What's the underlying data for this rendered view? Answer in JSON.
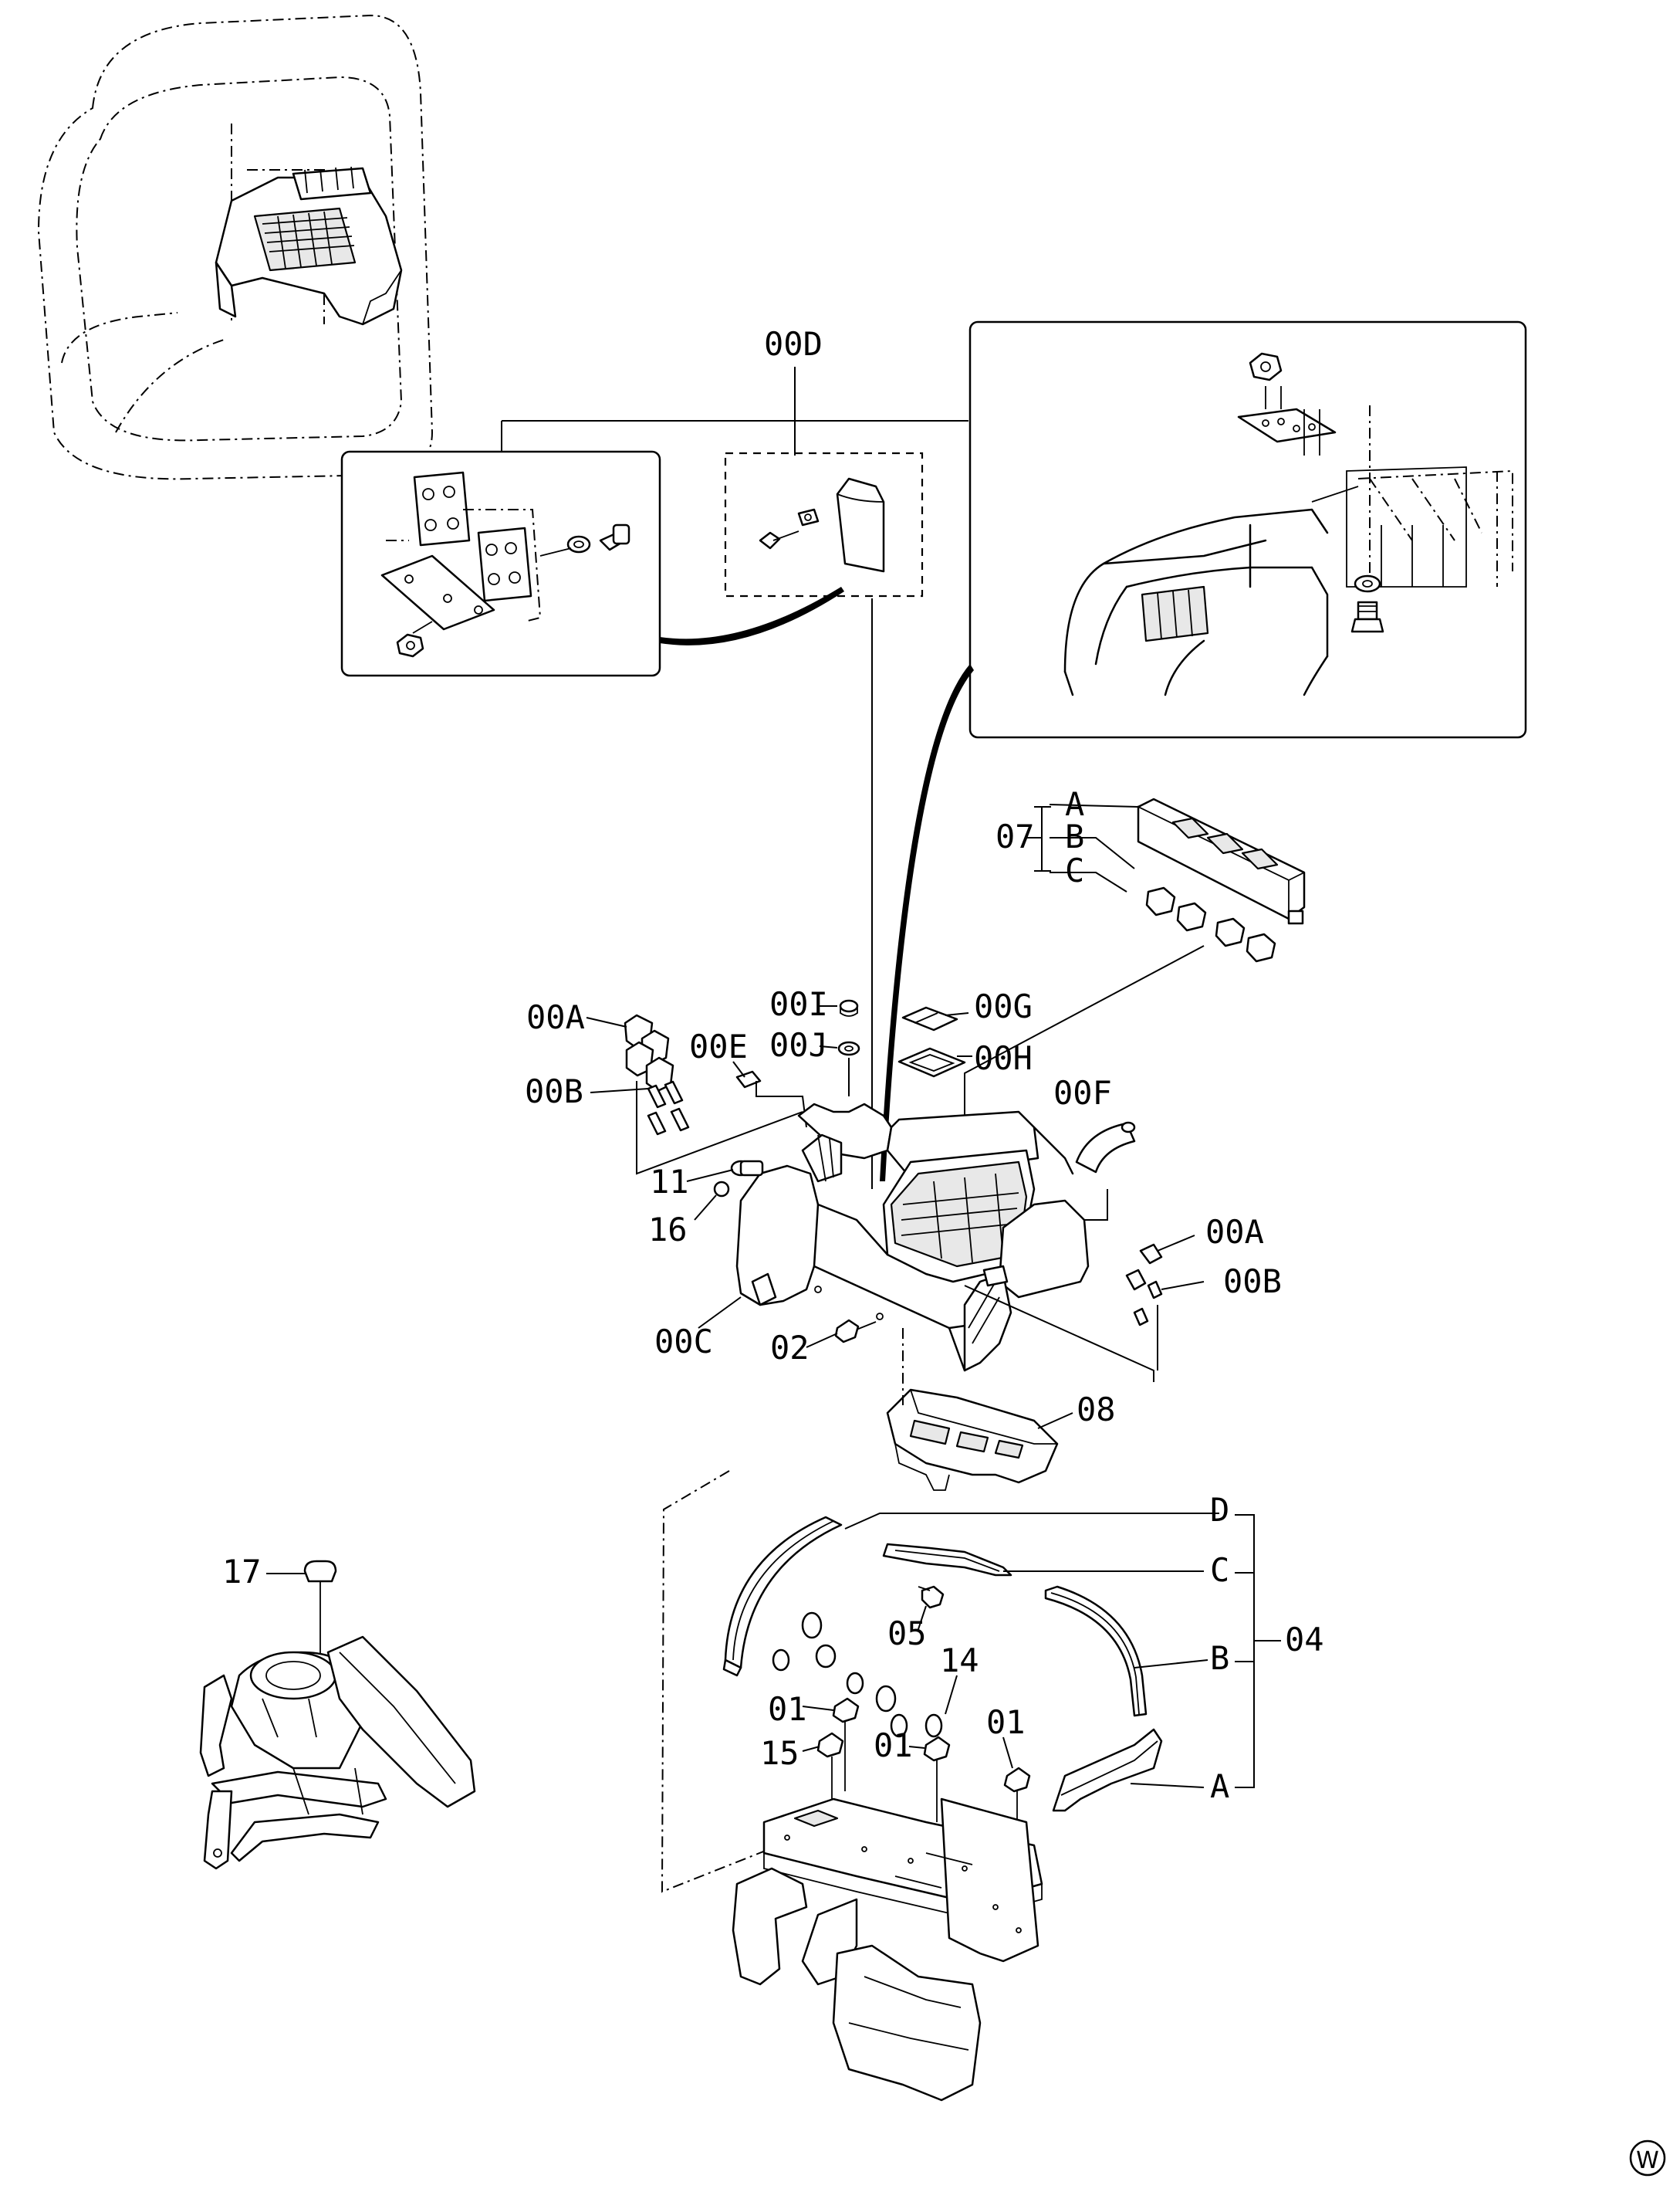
{
  "labels": {
    "d00": "00D",
    "a00_left": "00A",
    "b00_left": "00B",
    "e00": "00E",
    "i00": "00I",
    "j00": "00J",
    "g00": "00G",
    "h00": "00H",
    "f00": "00F",
    "a00_right": "00A",
    "b00_right": "00B",
    "c00": "00C",
    "p11": "11",
    "p16": "16",
    "p02": "02",
    "p08": "08",
    "p07": "07",
    "p07a": "A",
    "p07b": "B",
    "p07c": "C",
    "p04": "04",
    "p04a": "A",
    "p04b": "B",
    "p04c": "C",
    "p04d": "D",
    "p05": "05",
    "p14": "14",
    "p01_a": "01",
    "p01_b": "01",
    "p01_c": "01",
    "p15": "15",
    "p17": "17",
    "corner": "W"
  }
}
